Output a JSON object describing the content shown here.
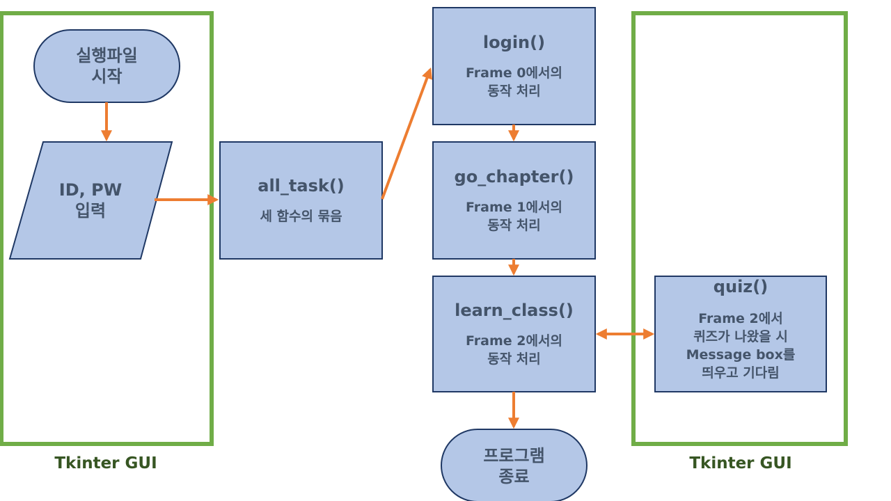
{
  "nodes": {
    "start": {
      "line1": "실행파일",
      "line2": "시작"
    },
    "input": {
      "line1": "ID, PW",
      "line2": "입력"
    },
    "all_task": {
      "title": "all_task()",
      "desc": "세 함수의 묶음"
    },
    "login": {
      "title": "login()",
      "desc1": "Frame 0에서의",
      "desc2": "동작 처리"
    },
    "go_chapter": {
      "title": "go_chapter()",
      "desc1": "Frame 1에서의",
      "desc2": "동작 처리"
    },
    "learn_class": {
      "title": "learn_class()",
      "desc1": "Frame 2에서의",
      "desc2": "동작 처리"
    },
    "quiz": {
      "title": "quiz()",
      "desc1": "Frame 2에서",
      "desc2": "퀴즈가 나왔을 시",
      "desc3": "Message box를",
      "desc4": "띄우고 기다림"
    },
    "end": {
      "line1": "프로그램",
      "line2": "종료"
    }
  },
  "groups": {
    "left_label": "Tkinter GUI",
    "right_label": "Tkinter GUI"
  },
  "colors": {
    "node_fill": "#b4c7e7",
    "node_stroke": "#1f3864",
    "arrow": "#ed7d31",
    "group_border": "#70ad47",
    "node_text": "#44546a",
    "group_text": "#375623"
  }
}
